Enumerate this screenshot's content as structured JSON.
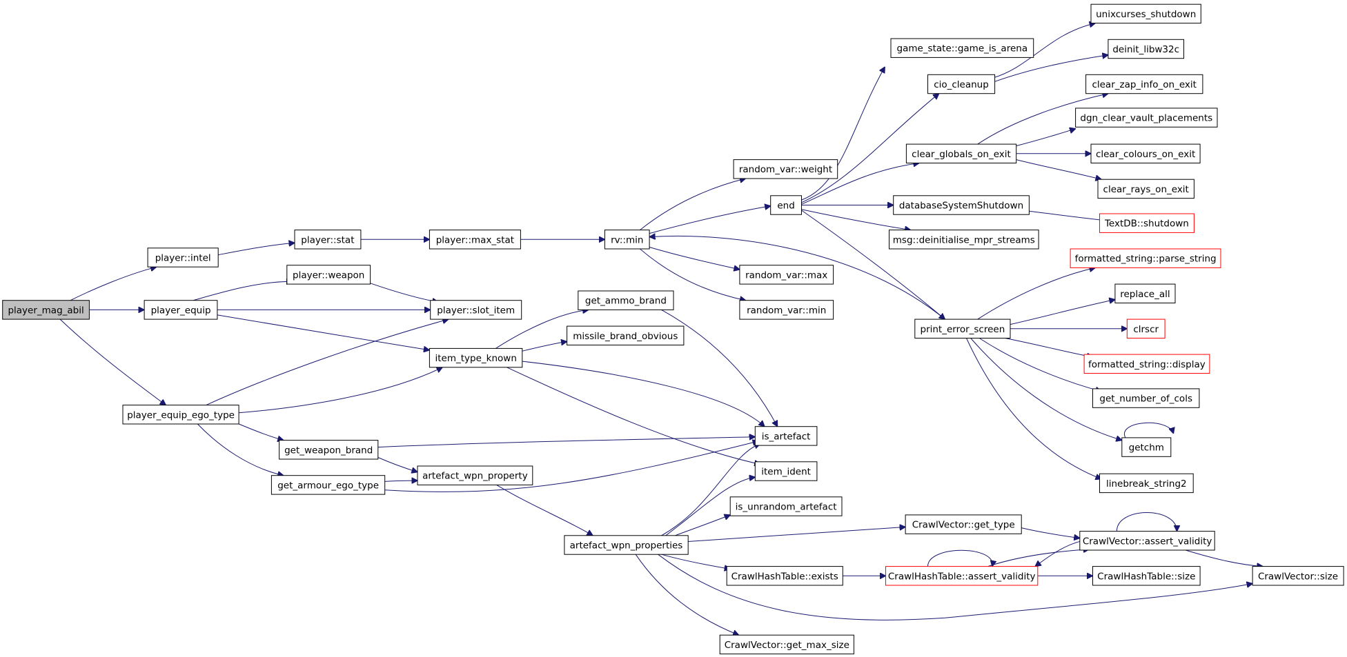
{
  "nodes": [
    {
      "id": "player_mag_abil",
      "label": "player_mag_abil",
      "style": "root"
    },
    {
      "id": "player_intel",
      "label": "player::intel",
      "style": "normal"
    },
    {
      "id": "player_equip",
      "label": "player_equip",
      "style": "normal"
    },
    {
      "id": "player_equip_ego_type",
      "label": "player_equip_ego_type",
      "style": "normal"
    },
    {
      "id": "player_stat",
      "label": "player::stat",
      "style": "normal"
    },
    {
      "id": "player_max_stat",
      "label": "player::max_stat",
      "style": "normal"
    },
    {
      "id": "rv_min",
      "label": "rv::min",
      "style": "normal"
    },
    {
      "id": "random_var_weight",
      "label": "random_var::weight",
      "style": "normal"
    },
    {
      "id": "end",
      "label": "end",
      "style": "normal"
    },
    {
      "id": "random_var_max",
      "label": "random_var::max",
      "style": "normal"
    },
    {
      "id": "random_var_min",
      "label": "random_var::min",
      "style": "normal"
    },
    {
      "id": "game_is_arena",
      "label": "game_state::game_is_arena",
      "style": "normal"
    },
    {
      "id": "cio_cleanup",
      "label": "cio_cleanup",
      "style": "normal"
    },
    {
      "id": "clear_globals_on_exit",
      "label": "clear_globals_on_exit",
      "style": "normal"
    },
    {
      "id": "databaseSystemShutdown",
      "label": "databaseSystemShutdown",
      "style": "normal"
    },
    {
      "id": "msg_deinit",
      "label": "msg::deinitialise_mpr_streams",
      "style": "normal"
    },
    {
      "id": "print_error_screen",
      "label": "print_error_screen",
      "style": "normal"
    },
    {
      "id": "unixcurses_shutdown",
      "label": "unixcurses_shutdown",
      "style": "normal"
    },
    {
      "id": "deinit_libw32c",
      "label": "deinit_libw32c",
      "style": "normal"
    },
    {
      "id": "clear_zap_info_on_exit",
      "label": "clear_zap_info_on_exit",
      "style": "normal"
    },
    {
      "id": "dgn_clear_vault_placements",
      "label": "dgn_clear_vault_placements",
      "style": "normal"
    },
    {
      "id": "clear_colours_on_exit",
      "label": "clear_colours_on_exit",
      "style": "normal"
    },
    {
      "id": "clear_rays_on_exit",
      "label": "clear_rays_on_exit",
      "style": "normal"
    },
    {
      "id": "textdb_shutdown",
      "label": "TextDB::shutdown",
      "style": "truncated"
    },
    {
      "id": "fs_parse_string",
      "label": "formatted_string::parse_string",
      "style": "truncated"
    },
    {
      "id": "replace_all",
      "label": "replace_all",
      "style": "normal"
    },
    {
      "id": "clrscr",
      "label": "clrscr",
      "style": "truncated"
    },
    {
      "id": "fs_display",
      "label": "formatted_string::display",
      "style": "truncated"
    },
    {
      "id": "get_number_of_cols",
      "label": "get_number_of_cols",
      "style": "normal"
    },
    {
      "id": "getchm",
      "label": "getchm",
      "style": "normal"
    },
    {
      "id": "linebreak_string2",
      "label": "linebreak_string2",
      "style": "normal"
    },
    {
      "id": "player_weapon",
      "label": "player::weapon",
      "style": "normal"
    },
    {
      "id": "player_slot_item",
      "label": "player::slot_item",
      "style": "normal"
    },
    {
      "id": "get_ammo_brand",
      "label": "get_ammo_brand",
      "style": "normal"
    },
    {
      "id": "missile_brand_obvious",
      "label": "missile_brand_obvious",
      "style": "normal"
    },
    {
      "id": "item_type_known",
      "label": "item_type_known",
      "style": "normal"
    },
    {
      "id": "get_weapon_brand",
      "label": "get_weapon_brand",
      "style": "normal"
    },
    {
      "id": "get_armour_ego_type",
      "label": "get_armour_ego_type",
      "style": "normal"
    },
    {
      "id": "artefact_wpn_property",
      "label": "artefact_wpn_property",
      "style": "normal"
    },
    {
      "id": "is_artefact",
      "label": "is_artefact",
      "style": "normal"
    },
    {
      "id": "item_ident",
      "label": "item_ident",
      "style": "normal"
    },
    {
      "id": "is_unrandom_artefact",
      "label": "is_unrandom_artefact",
      "style": "normal"
    },
    {
      "id": "artefact_wpn_properties",
      "label": "artefact_wpn_properties",
      "style": "normal"
    },
    {
      "id": "cv_get_type",
      "label": "CrawlVector::get_type",
      "style": "normal"
    },
    {
      "id": "cv_assert_validity",
      "label": "CrawlVector::assert_validity",
      "style": "normal"
    },
    {
      "id": "cht_exists",
      "label": "CrawlHashTable::exists",
      "style": "normal"
    },
    {
      "id": "cht_assert_validity",
      "label": "CrawlHashTable::assert_validity",
      "style": "truncated"
    },
    {
      "id": "cht_size",
      "label": "CrawlHashTable::size",
      "style": "normal"
    },
    {
      "id": "cv_size",
      "label": "CrawlVector::size",
      "style": "normal"
    },
    {
      "id": "cv_get_max_size",
      "label": "CrawlVector::get_max_size",
      "style": "normal"
    }
  ],
  "edges": [
    [
      "player_mag_abil",
      "player_intel"
    ],
    [
      "player_mag_abil",
      "player_equip"
    ],
    [
      "player_mag_abil",
      "player_equip_ego_type"
    ],
    [
      "player_intel",
      "player_stat"
    ],
    [
      "player_stat",
      "player_max_stat"
    ],
    [
      "player_max_stat",
      "rv_min"
    ],
    [
      "rv_min",
      "random_var_weight"
    ],
    [
      "rv_min",
      "end"
    ],
    [
      "rv_min",
      "random_var_max"
    ],
    [
      "rv_min",
      "random_var_min"
    ],
    [
      "end",
      "game_is_arena"
    ],
    [
      "end",
      "cio_cleanup"
    ],
    [
      "end",
      "clear_globals_on_exit"
    ],
    [
      "end",
      "databaseSystemShutdown"
    ],
    [
      "end",
      "msg_deinit"
    ],
    [
      "end",
      "print_error_screen"
    ],
    [
      "end",
      "rv_min"
    ],
    [
      "cio_cleanup",
      "unixcurses_shutdown"
    ],
    [
      "cio_cleanup",
      "deinit_libw32c"
    ],
    [
      "clear_globals_on_exit",
      "clear_zap_info_on_exit"
    ],
    [
      "clear_globals_on_exit",
      "dgn_clear_vault_placements"
    ],
    [
      "clear_globals_on_exit",
      "clear_colours_on_exit"
    ],
    [
      "clear_globals_on_exit",
      "clear_rays_on_exit"
    ],
    [
      "databaseSystemShutdown",
      "textdb_shutdown"
    ],
    [
      "print_error_screen",
      "fs_parse_string"
    ],
    [
      "print_error_screen",
      "replace_all"
    ],
    [
      "print_error_screen",
      "clrscr"
    ],
    [
      "print_error_screen",
      "fs_display"
    ],
    [
      "print_error_screen",
      "get_number_of_cols"
    ],
    [
      "print_error_screen",
      "getchm"
    ],
    [
      "print_error_screen",
      "linebreak_string2"
    ],
    [
      "getchm",
      "getchm"
    ],
    [
      "player_equip",
      "player_weapon"
    ],
    [
      "player_equip",
      "player_slot_item"
    ],
    [
      "player_equip",
      "item_type_known"
    ],
    [
      "player_weapon",
      "player_slot_item"
    ],
    [
      "player_equip_ego_type",
      "player_slot_item"
    ],
    [
      "player_equip_ego_type",
      "item_type_known"
    ],
    [
      "player_equip_ego_type",
      "get_weapon_brand"
    ],
    [
      "player_equip_ego_type",
      "get_armour_ego_type"
    ],
    [
      "item_type_known",
      "get_ammo_brand"
    ],
    [
      "item_type_known",
      "missile_brand_obvious"
    ],
    [
      "item_type_known",
      "is_artefact"
    ],
    [
      "item_type_known",
      "item_ident"
    ],
    [
      "get_ammo_brand",
      "is_artefact"
    ],
    [
      "get_weapon_brand",
      "is_artefact"
    ],
    [
      "get_weapon_brand",
      "artefact_wpn_property"
    ],
    [
      "get_armour_ego_type",
      "artefact_wpn_property"
    ],
    [
      "get_armour_ego_type",
      "is_artefact"
    ],
    [
      "artefact_wpn_property",
      "artefact_wpn_properties"
    ],
    [
      "artefact_wpn_properties",
      "is_artefact"
    ],
    [
      "artefact_wpn_properties",
      "item_ident"
    ],
    [
      "artefact_wpn_properties",
      "is_unrandom_artefact"
    ],
    [
      "artefact_wpn_properties",
      "cv_get_type"
    ],
    [
      "artefact_wpn_properties",
      "cht_exists"
    ],
    [
      "artefact_wpn_properties",
      "cv_size"
    ],
    [
      "artefact_wpn_properties",
      "cv_get_max_size"
    ],
    [
      "cv_get_type",
      "cv_assert_validity"
    ],
    [
      "cv_assert_validity",
      "cv_assert_validity"
    ],
    [
      "cv_assert_validity",
      "cv_size"
    ],
    [
      "cht_exists",
      "cht_assert_validity"
    ],
    [
      "cht_assert_validity",
      "cht_assert_validity"
    ],
    [
      "cht_assert_validity",
      "cv_assert_validity"
    ],
    [
      "cht_assert_validity",
      "cht_size"
    ],
    [
      "cv_assert_validity",
      "cht_assert_validity"
    ]
  ],
  "colors": {
    "edge": "#191970",
    "node_border": "#000000",
    "truncated_border": "#ff0000",
    "root_fill": "#bfbfbf",
    "node_fill": "#ffffff",
    "text": "#000000"
  }
}
